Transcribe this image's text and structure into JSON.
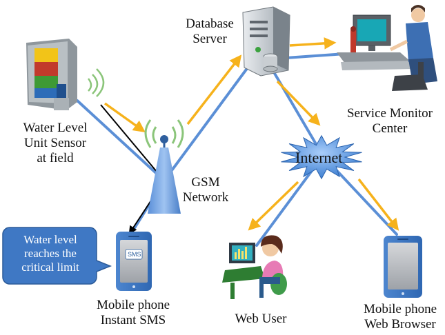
{
  "nodes": {
    "sensor": {
      "line1": "Water Level",
      "line2": "Unit Sensor",
      "line3": "at  field"
    },
    "gsm": {
      "line1": "GSM",
      "line2": "Network"
    },
    "db": {
      "line1": "Database",
      "line2": "Server"
    },
    "monitor": {
      "line1": "Service Monitor",
      "line2": "Center"
    },
    "internet": {
      "label": "Internet"
    },
    "phone_sms": {
      "line1": "Mobile phone",
      "line2": "Instant SMS",
      "screen_text": "SMS"
    },
    "web_user": {
      "label": "Web  User"
    },
    "phone_web": {
      "line1": "Mobile phone",
      "line2": "Web  Browser"
    }
  },
  "callout": {
    "line1": "Water level",
    "line2": "reaches the",
    "line3": "critical limit"
  },
  "colors": {
    "data_link": "#5b8fd6",
    "flow_arrow": "#f6b21c",
    "alert_path": "#000000",
    "callout_fill": "#3f78c4",
    "internet_fill": "#3d7fd1"
  }
}
